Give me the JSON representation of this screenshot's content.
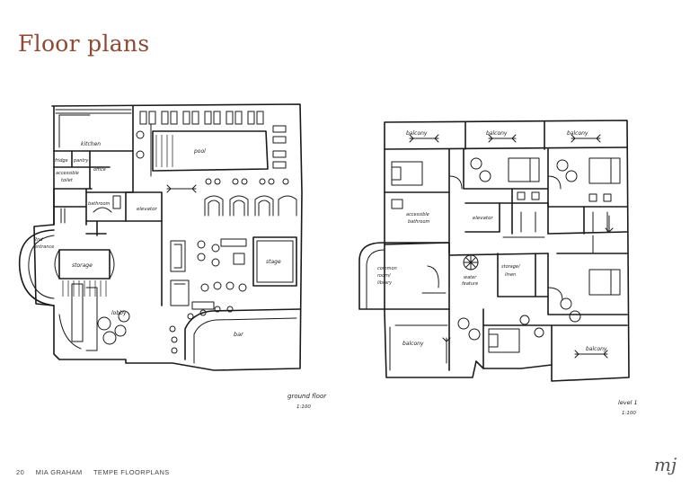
{
  "page": {
    "title": "Floor plans",
    "footer": {
      "page_number": "20",
      "author": "MIA GRAHAM",
      "document": "TEMPE FLOORPLANS"
    },
    "logo_text": "mj"
  },
  "ground_floor": {
    "caption": "ground floor",
    "scale": "1:100",
    "rooms": {
      "kitchen": "kitchen",
      "fridge": "fridge",
      "pantry": "pantry",
      "accessible_toilet_1": "accessible",
      "accessible_toilet_2": "toilet",
      "office": "office",
      "bathroom": "bathroom",
      "elevator": "elevator",
      "pool": "pool",
      "entrance_1": "2nd",
      "entrance_2": "entrance",
      "storage": "storage",
      "stage": "stage",
      "lobby": "lobby",
      "bar": "bar"
    }
  },
  "level_1": {
    "caption": "level 1",
    "scale": "1:100",
    "rooms": {
      "balcony": "balcony",
      "accessible_bathroom_1": "accessible",
      "accessible_bathroom_2": "bathroom",
      "elevator": "elevator",
      "common_room_1": "common",
      "common_room_2": "room/",
      "common_room_3": "library",
      "water_feature_1": "water",
      "water_feature_2": "feature",
      "storage_linen_1": "storage/",
      "storage_linen_2": "linen"
    }
  }
}
